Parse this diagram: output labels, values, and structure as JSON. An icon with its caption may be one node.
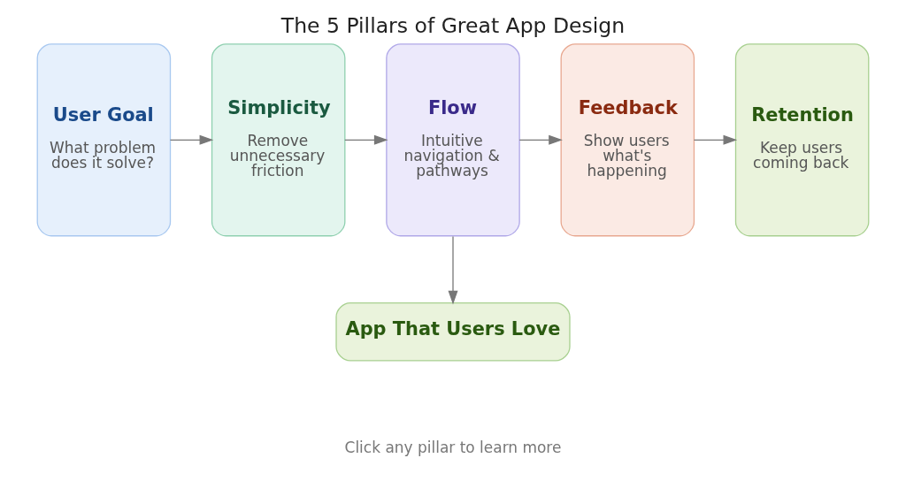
{
  "diagram": {
    "title": "The 5 Pillars of Great App Design",
    "nodes": [
      {
        "text": [
          "User Goal",
          "What problem does it solve?"
        ]
      },
      {
        "text": [
          "Simplicity",
          "Remove unnecessary friction"
        ]
      },
      {
        "text": [
          "Flow",
          "Intuitive navigation & pathways"
        ]
      },
      {
        "text": [
          "Feedback",
          "Show users what's happening"
        ]
      },
      {
        "text": [
          "Retention",
          "Keep users coming back"
        ]
      },
      {
        "text": [
          "App That Users Love"
        ]
      }
    ],
    "edges": [
      {
        "from": 0,
        "to": 1,
        "arrow": "to"
      },
      {
        "from": 1,
        "to": 2,
        "arrow": "to"
      },
      {
        "from": 2,
        "to": 3,
        "arrow": "to"
      },
      {
        "from": 3,
        "to": 4,
        "arrow": "to"
      },
      {
        "from": 2,
        "to": 5,
        "arrow": "to"
      }
    ],
    "labels": [
      "Click any pillar to learn more"
    ]
  }
}
